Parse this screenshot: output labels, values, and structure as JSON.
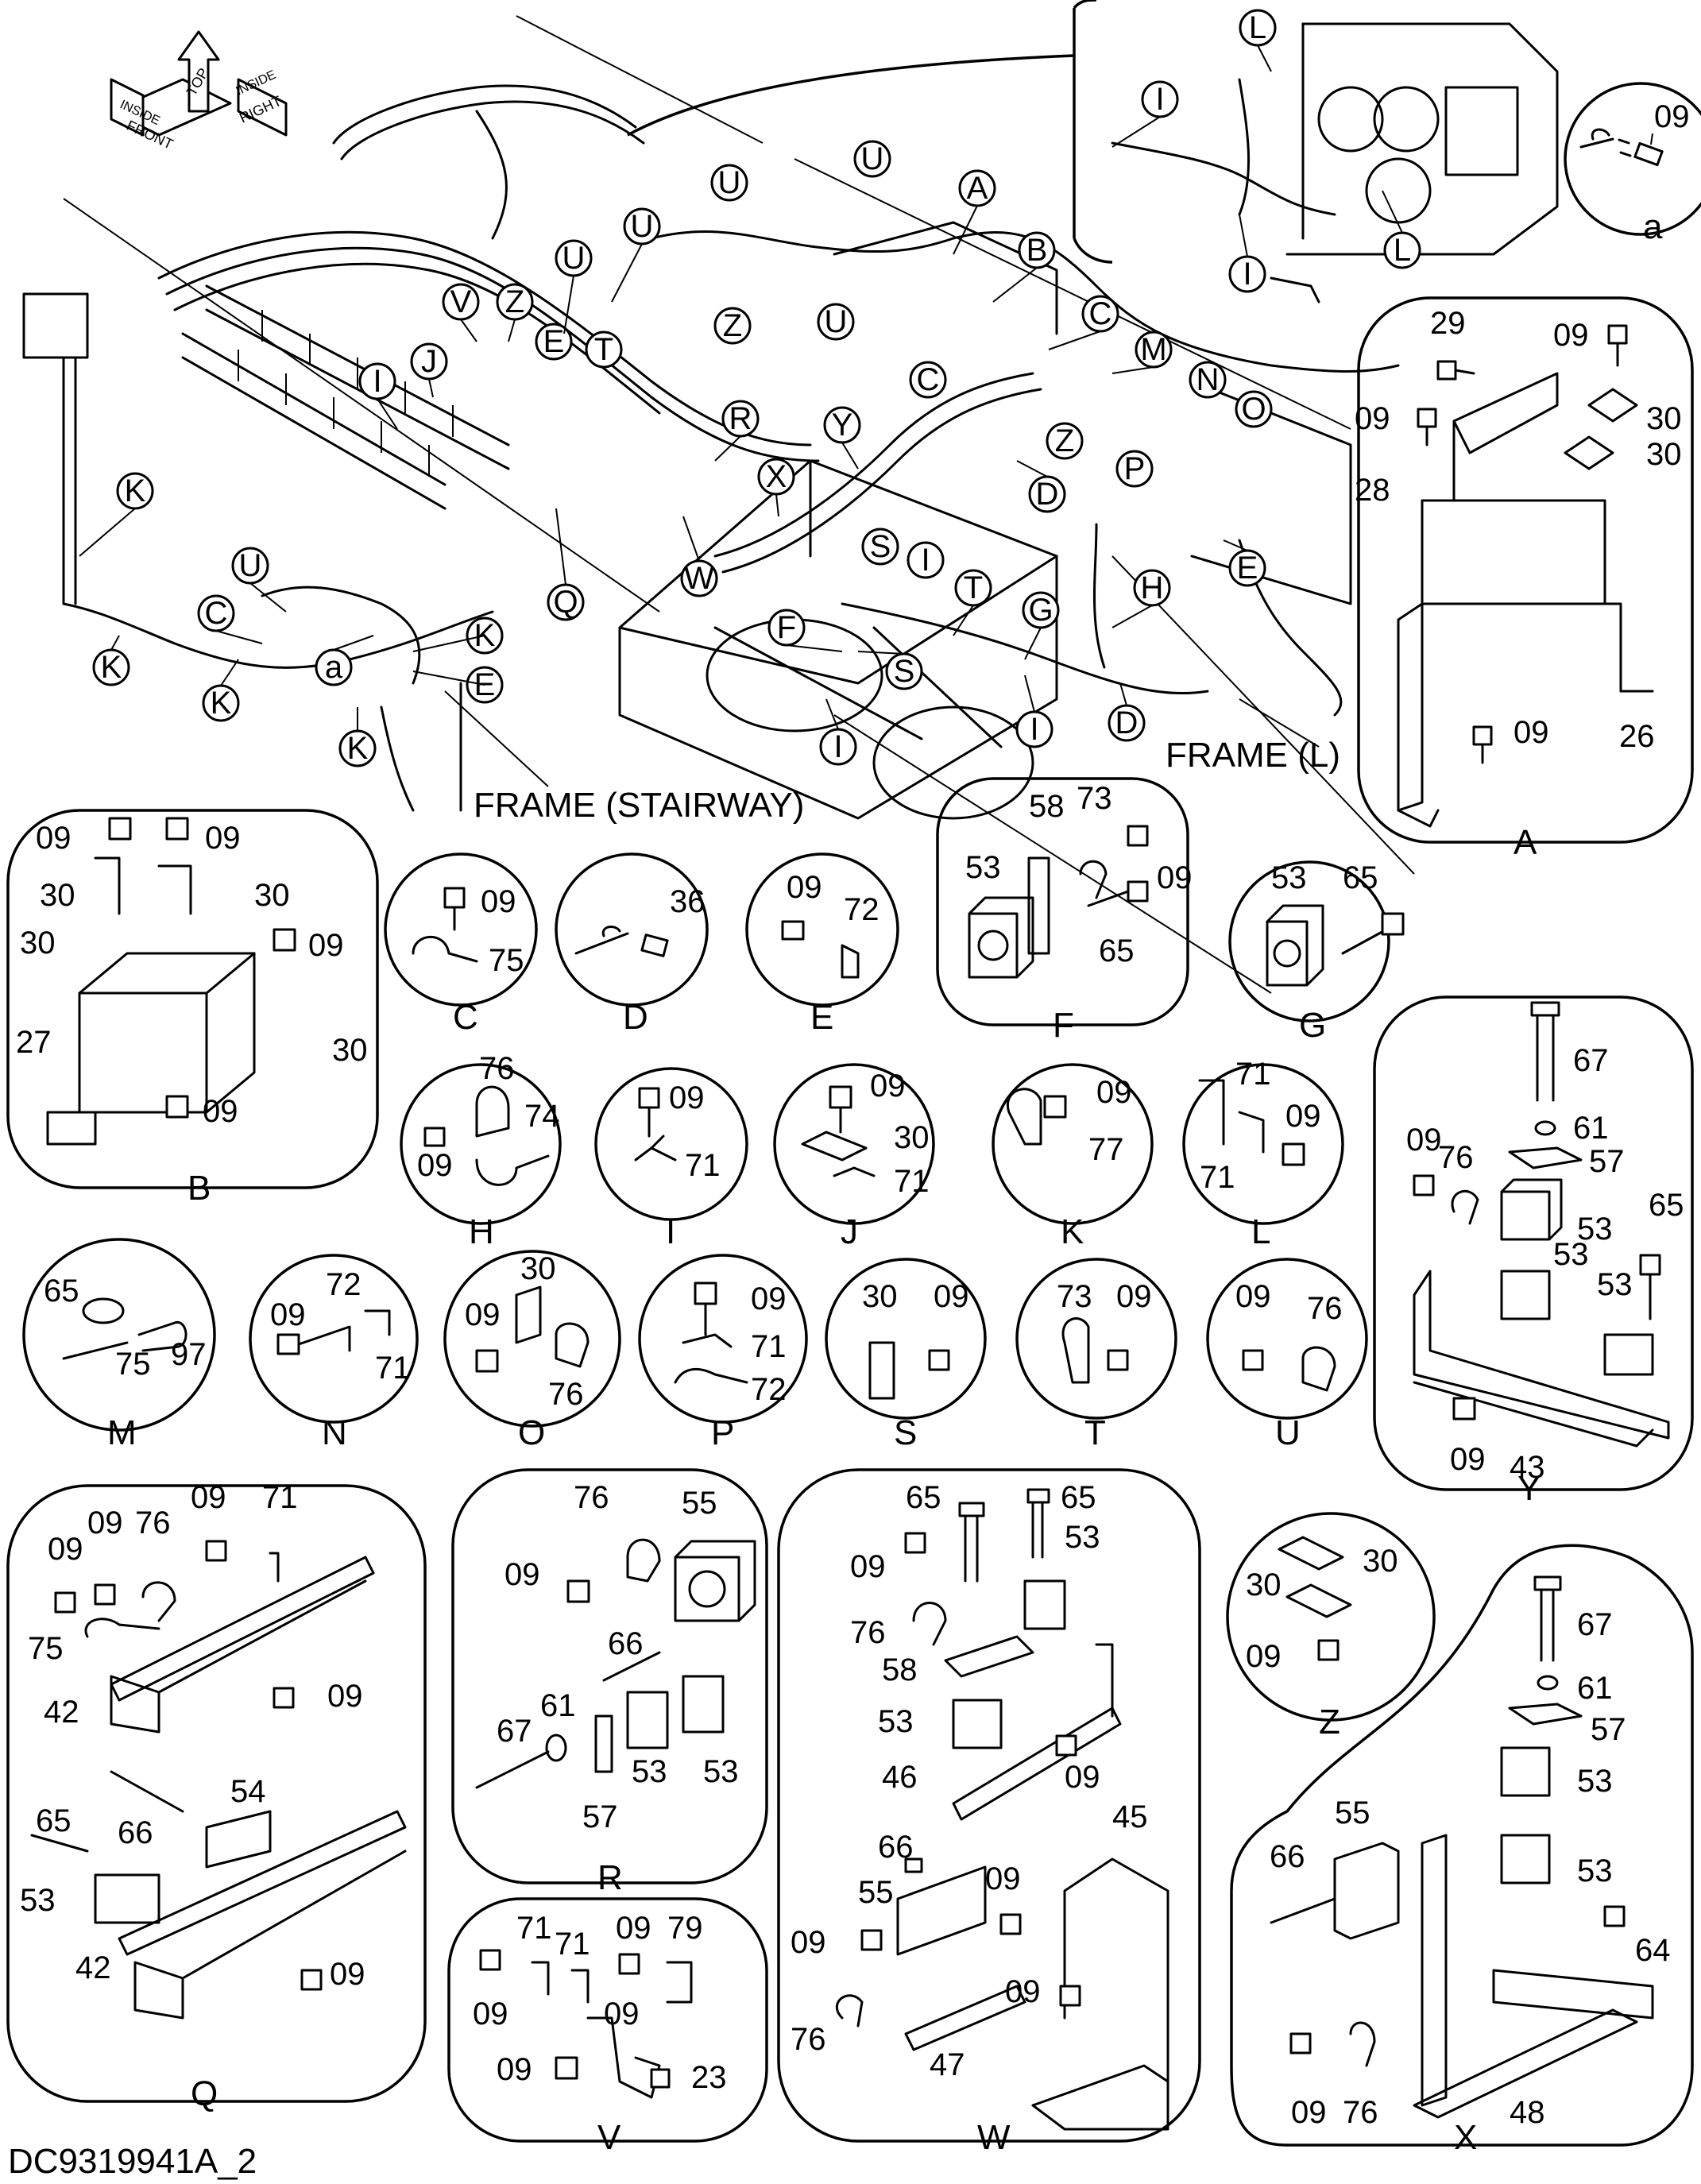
{
  "drawing_id": "DC9319941A_2",
  "compass": {
    "top": "TOP",
    "front": "FRONT",
    "inside": "INSIDE",
    "right": "RIGHT"
  },
  "frame_labels": {
    "stairway": "FRAME (STAIRWAY)",
    "left": "FRAME (L)"
  },
  "overview_callouts": [
    "I",
    "J",
    "V",
    "Z",
    "U",
    "U",
    "E",
    "T",
    "U",
    "U",
    "U",
    "A",
    "B",
    "C",
    "M",
    "N",
    "O",
    "P",
    "C",
    "Z",
    "R",
    "Y",
    "X",
    "S",
    "I",
    "W",
    "Q",
    "D",
    "E",
    "H",
    "G",
    "T",
    "F",
    "S",
    "I",
    "I",
    "D",
    "K",
    "K",
    "K",
    "K",
    "K",
    "C",
    "U",
    "a",
    "E",
    "Z",
    "L",
    "I",
    "I",
    "L",
    "I"
  ],
  "details": {
    "A": {
      "title": "A",
      "parts": [
        "29",
        "09",
        "09",
        "30",
        "30",
        "28",
        "26",
        "09"
      ]
    },
    "a": {
      "title": "a",
      "parts": [
        "09"
      ]
    },
    "B": {
      "title": "B",
      "parts": [
        "09",
        "09",
        "30",
        "30",
        "30",
        "09",
        "27",
        "30",
        "09"
      ]
    },
    "C": {
      "title": "C",
      "parts": [
        "09",
        "75"
      ]
    },
    "D": {
      "title": "D",
      "parts": [
        "36"
      ]
    },
    "E": {
      "title": "E",
      "parts": [
        "09",
        "72"
      ]
    },
    "F": {
      "title": "F",
      "parts": [
        "58",
        "73",
        "53",
        "09",
        "65"
      ]
    },
    "G": {
      "title": "G",
      "parts": [
        "53",
        "65"
      ]
    },
    "H": {
      "title": "H",
      "parts": [
        "76",
        "74",
        "09"
      ]
    },
    "I": {
      "title": "I",
      "parts": [
        "09",
        "71"
      ]
    },
    "J": {
      "title": "J",
      "parts": [
        "09",
        "30",
        "71"
      ]
    },
    "K": {
      "title": "K",
      "parts": [
        "09",
        "77"
      ]
    },
    "L": {
      "title": "L",
      "parts": [
        "71",
        "71",
        "09"
      ]
    },
    "M": {
      "title": "M",
      "parts": [
        "65",
        "75",
        "97"
      ]
    },
    "N": {
      "title": "N",
      "parts": [
        "72",
        "09",
        "71"
      ]
    },
    "O": {
      "title": "O",
      "parts": [
        "30",
        "09",
        "76"
      ]
    },
    "P": {
      "title": "P",
      "parts": [
        "09",
        "71",
        "72"
      ]
    },
    "S": {
      "title": "S",
      "parts": [
        "30",
        "09"
      ]
    },
    "T": {
      "title": "T",
      "parts": [
        "73",
        "09"
      ]
    },
    "U": {
      "title": "U",
      "parts": [
        "09",
        "76"
      ]
    },
    "Y": {
      "title": "Y",
      "parts": [
        "67",
        "61",
        "57",
        "09",
        "76",
        "53",
        "65",
        "53",
        "53",
        "09",
        "43"
      ]
    },
    "Q": {
      "title": "Q",
      "parts": [
        "09",
        "09",
        "76",
        "09",
        "71",
        "75",
        "42",
        "09",
        "54",
        "65",
        "66",
        "53",
        "42",
        "09"
      ]
    },
    "R": {
      "title": "R",
      "parts": [
        "76",
        "55",
        "09",
        "66",
        "67",
        "61",
        "53",
        "53",
        "57"
      ]
    },
    "W": {
      "title": "W",
      "parts": [
        "65",
        "65",
        "09",
        "53",
        "76",
        "58",
        "53",
        "46",
        "09",
        "66",
        "45",
        "09",
        "55",
        "09",
        "09",
        "76",
        "47"
      ]
    },
    "Z": {
      "title": "Z",
      "parts": [
        "30",
        "30",
        "09"
      ]
    },
    "X": {
      "title": "X",
      "parts": [
        "67",
        "61",
        "57",
        "53",
        "55",
        "66",
        "53",
        "64",
        "09",
        "76",
        "48"
      ]
    },
    "V": {
      "title": "V",
      "parts": [
        "71",
        "71",
        "09",
        "79",
        "09",
        "09",
        "09",
        "23"
      ]
    }
  }
}
